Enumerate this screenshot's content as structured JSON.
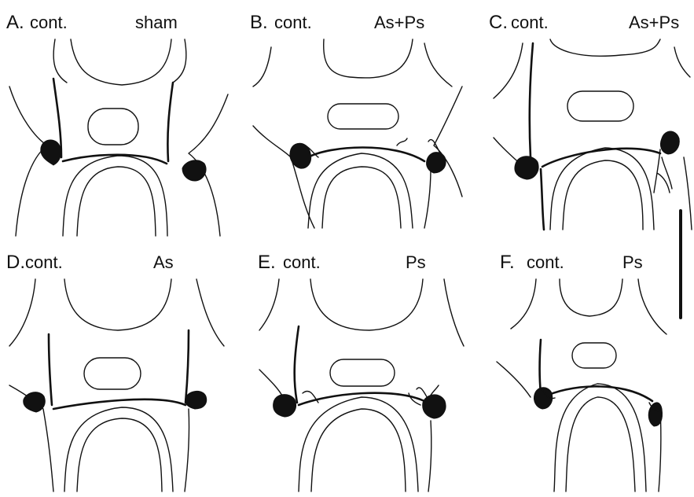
{
  "panels": [
    {
      "letter": "A.",
      "left_label": "cont.",
      "right_label": "sham"
    },
    {
      "letter": "B.",
      "left_label": "cont.",
      "right_label": "As+Ps"
    },
    {
      "letter": "C.",
      "left_label": "cont.",
      "right_label": "As+Ps"
    },
    {
      "letter": "D.",
      "left_label": "cont.",
      "right_label": "As"
    },
    {
      "letter": "E.",
      "left_label": "cont.",
      "right_label": "Ps"
    },
    {
      "letter": "F.",
      "left_label": "cont.",
      "right_label": "Ps"
    }
  ],
  "scale_bar": {
    "present": true
  },
  "colors": {
    "ink": "#111111",
    "background": "#ffffff"
  }
}
